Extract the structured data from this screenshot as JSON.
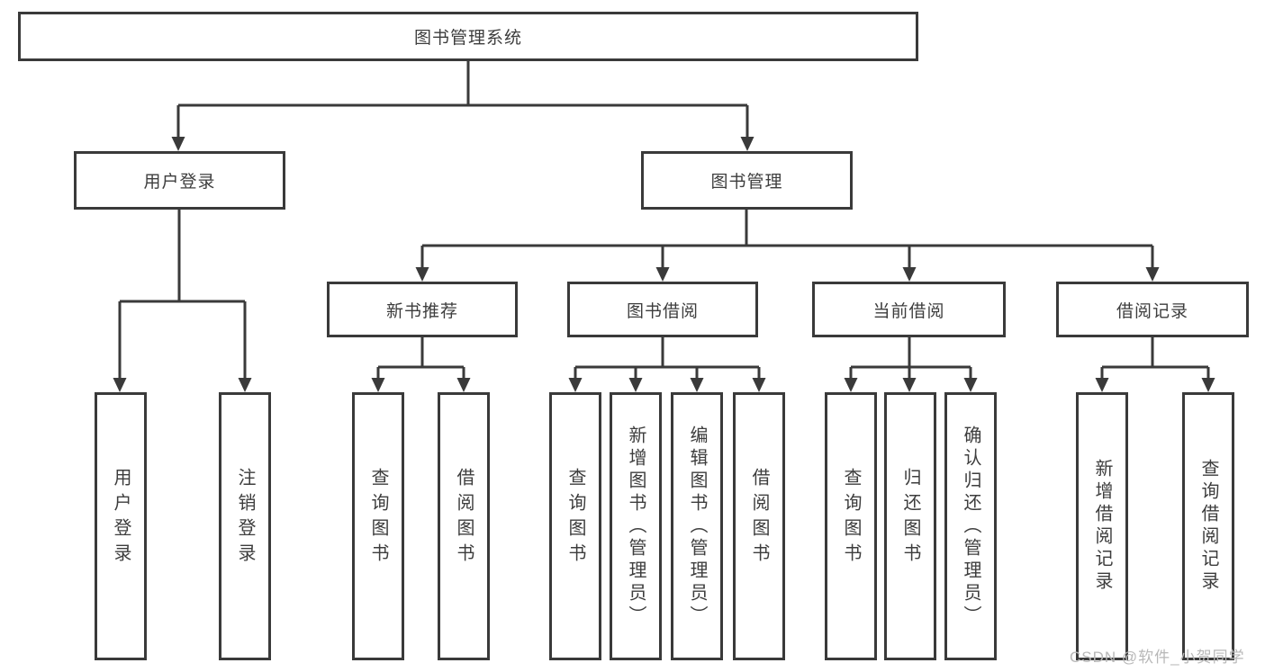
{
  "watermark": "CSDN @软件_小贺同学",
  "colors": {
    "line": "#3a3a3a",
    "text": "#3d3d3d",
    "watermark": "#b8b8b8",
    "background": "#ffffff"
  },
  "tree": {
    "root": {
      "label": "图书管理系统"
    },
    "branches": [
      {
        "label": "用户登录",
        "children": [
          {
            "label": "用户登录"
          },
          {
            "label": "注销登录"
          }
        ]
      },
      {
        "label": "图书管理",
        "children": [
          {
            "label": "新书推荐",
            "children": [
              {
                "label": "查询图书"
              },
              {
                "label": "借阅图书"
              }
            ]
          },
          {
            "label": "图书借阅",
            "children": [
              {
                "label": "查询图书"
              },
              {
                "label": "新增图书（管理员）"
              },
              {
                "label": "编辑图书（管理员）"
              },
              {
                "label": "借阅图书"
              }
            ]
          },
          {
            "label": "当前借阅",
            "children": [
              {
                "label": "查询图书"
              },
              {
                "label": "归还图书"
              },
              {
                "label": "确认归还（管理员）"
              }
            ]
          },
          {
            "label": "借阅记录",
            "children": [
              {
                "label": "新增借阅记录"
              },
              {
                "label": "查询借阅记录"
              }
            ]
          }
        ]
      }
    ]
  }
}
